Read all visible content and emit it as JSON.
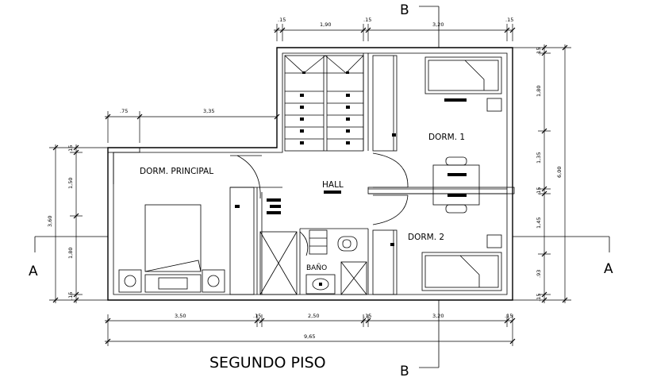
{
  "title": "SEGUNDO PISO",
  "rooms": {
    "dorm_principal": "DORM. PRINCIPAL",
    "hall": "HALL",
    "dorm1": "DORM. 1",
    "dorm2": "DORM. 2",
    "bano": "BAÑO"
  },
  "section_marks": {
    "a_left": "A",
    "a_right": "A",
    "b_top": "B",
    "b_bottom": "B"
  },
  "dimensions": {
    "top": {
      "d1": ".15",
      "d2": "1,90",
      "d3": ".15",
      "d4": "3,20",
      "d5": ".15"
    },
    "left_upper": {
      "d1": ".75",
      "d2": "3,35"
    },
    "bottom": {
      "d1": "3,50",
      "d2": ".15",
      "d3": "2,50",
      "d4": ".15",
      "d5": "3,20",
      "d6": ".15",
      "total": "9,65"
    },
    "left_vertical": {
      "d1": ".15",
      "d2": "1,50",
      "d3": "1,80",
      "d4": ".15",
      "total": "3,60"
    },
    "right_vertical": {
      "d1": ".15",
      "d2": "1,80",
      "d3": "1,35",
      "d4": ".15",
      "d5": "1,45",
      "d6": ".93",
      "d7": ".15",
      "total": "6,00"
    }
  }
}
